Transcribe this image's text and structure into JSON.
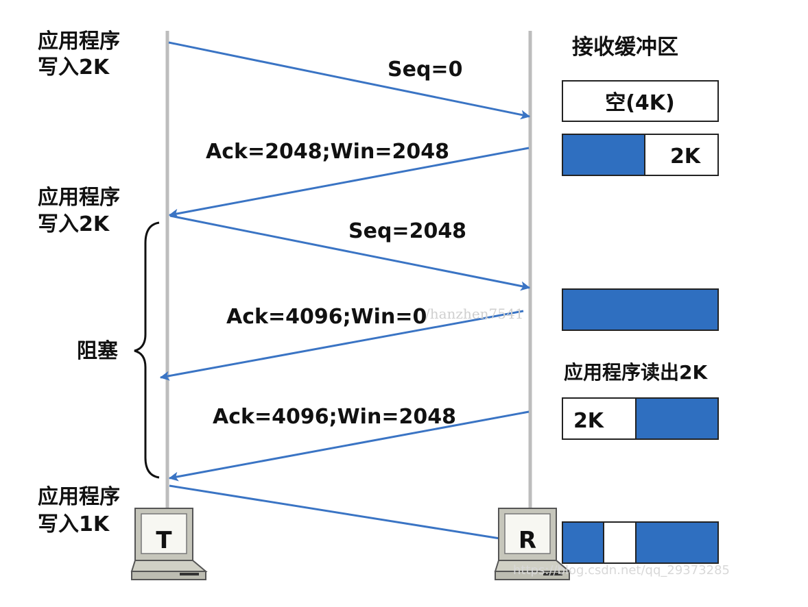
{
  "sender": {
    "events": [
      {
        "line1": "应用程序",
        "line2": "写入2K"
      },
      {
        "line1": "应用程序",
        "line2": "写入2K"
      },
      {
        "line1": "应用程序",
        "line2": "写入1K"
      }
    ],
    "blocked_label": "阻塞",
    "terminal_label": "T"
  },
  "receiver": {
    "buffer_title": "接收缓冲区",
    "buffer_empty_label": "空(4K)",
    "buffer_half_label": "2K",
    "read_event_label": "应用程序读出2K",
    "buffer_free_label": "2K",
    "terminal_label": "R"
  },
  "messages": {
    "seq0": "Seq=0",
    "ack1": "Ack=2048;Win=2048",
    "seq2048": "Seq=2048",
    "ack2": "Ack=4096;Win=0",
    "ack3": "Ack=4096;Win=2048"
  },
  "watermarks": {
    "center": "/hanzhen7541",
    "bottom": "https://blog.csdn.net/qq_29373285"
  },
  "colors": {
    "arrow": "#3a74c4",
    "buffer_fill": "#2f6fc0",
    "timeline": "#bdbdbd"
  }
}
